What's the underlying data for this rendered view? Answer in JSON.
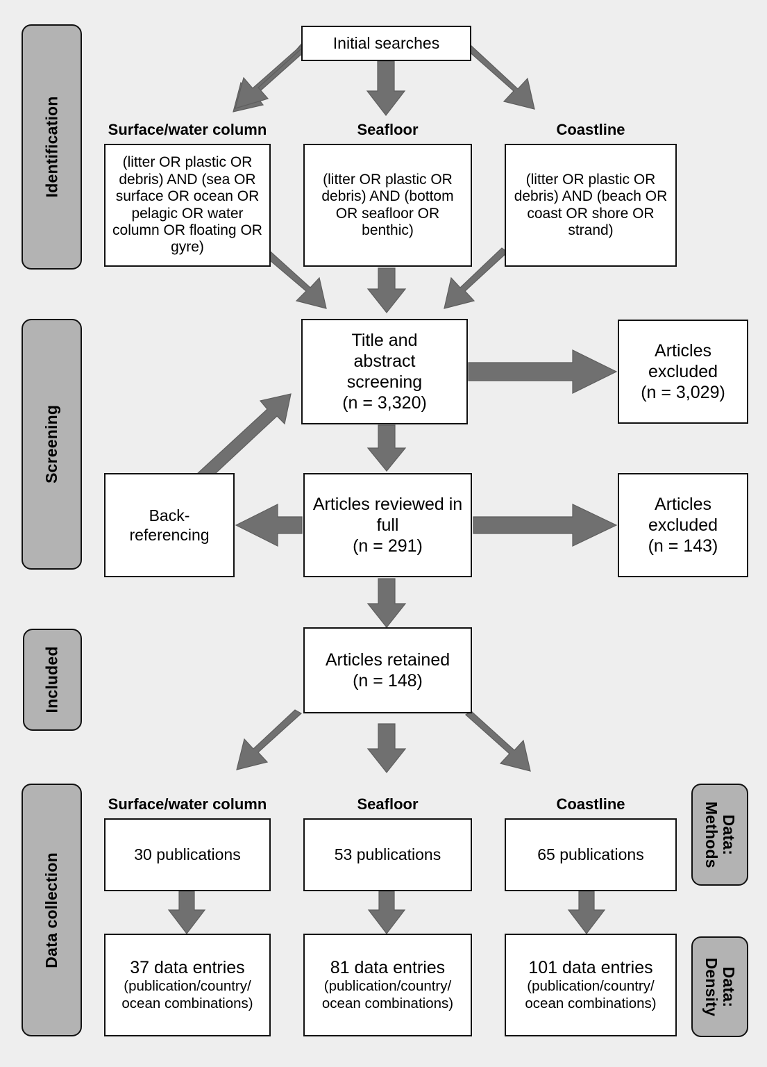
{
  "diagram": {
    "type": "prisma-flow-diagram",
    "background_color": "#eeeeee",
    "box_fill": "#ffffff",
    "box_border": "#111111",
    "pill_fill": "#b3b3b3",
    "arrow_fill": "#707070"
  },
  "stages": [
    {
      "id": "identification",
      "label": "Identification"
    },
    {
      "id": "screening",
      "label": "Screening"
    },
    {
      "id": "included",
      "label": "Included"
    },
    {
      "id": "data-collection",
      "label": "Data collection"
    }
  ],
  "output_tags": [
    {
      "id": "data-methods",
      "label": "Data:\nMethods"
    },
    {
      "id": "data-density",
      "label": "Data:\nDensity"
    }
  ],
  "identification": {
    "root": {
      "label": "Initial searches"
    },
    "captions": [
      {
        "id": "surface",
        "label": "Surface/water column"
      },
      {
        "id": "seafloor",
        "label": "Seafloor"
      },
      {
        "id": "coastline",
        "label": "Coastline"
      }
    ],
    "queries": [
      {
        "id": "surface",
        "text": "(litter OR plastic OR debris) AND (sea OR surface OR ocean OR pelagic OR water column OR floating OR gyre)"
      },
      {
        "id": "seafloor",
        "text": "(litter OR plastic OR debris) AND (bottom OR seafloor OR benthic)"
      },
      {
        "id": "coastline",
        "text": "(litter OR plastic OR debris) AND (beach OR coast OR shore OR strand)"
      }
    ]
  },
  "screening": {
    "title_abstract": {
      "main": "Title and abstract screening",
      "count": "(n = 3,320)"
    },
    "excluded_1": {
      "main": "Articles excluded",
      "count": "(n = 3,029)"
    },
    "reviewed_full": {
      "main": "Articles reviewed in full",
      "count": "(n = 291)"
    },
    "excluded_2": {
      "main": "Articles excluded",
      "count": "(n = 143)"
    },
    "back_referencing": {
      "main": "Back-referencing"
    }
  },
  "included": {
    "retained": {
      "main": "Articles retained",
      "count": "(n = 148)"
    }
  },
  "data_collection": {
    "captions": [
      {
        "id": "surface",
        "label": "Surface/water column"
      },
      {
        "id": "seafloor",
        "label": "Seafloor"
      },
      {
        "id": "coastline",
        "label": "Coastline"
      }
    ],
    "publications": [
      {
        "id": "surface",
        "label": "30 publications",
        "count": 30
      },
      {
        "id": "seafloor",
        "label": "53 publications",
        "count": 53
      },
      {
        "id": "coastline",
        "label": "65 publications",
        "count": 65
      }
    ],
    "entries": [
      {
        "id": "surface",
        "main": "37 data entries",
        "sub": "(publication/country/\nocean combinations)",
        "count": 37
      },
      {
        "id": "seafloor",
        "main": "81 data entries",
        "sub": "(publication/country/\nocean combinations)",
        "count": 81
      },
      {
        "id": "coastline",
        "main": "101 data entries",
        "sub": "(publication/country/\nocean combinations)",
        "count": 101
      }
    ]
  }
}
